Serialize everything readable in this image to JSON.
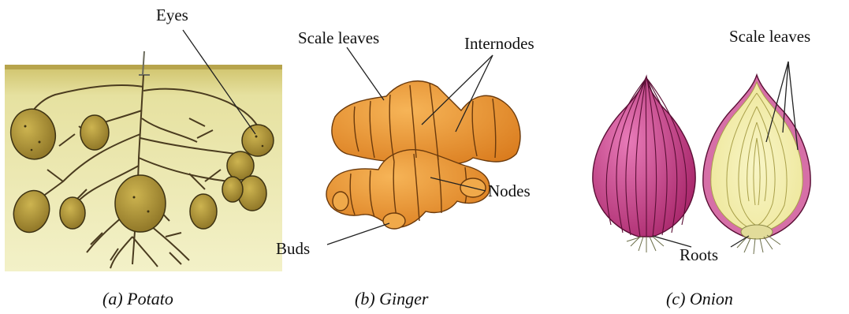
{
  "panels": {
    "potato": {
      "caption": "(a) Potato",
      "labels": {
        "eyes": "Eyes"
      }
    },
    "ginger": {
      "caption": "(b) Ginger",
      "labels": {
        "scale_leaves": "Scale leaves",
        "internodes": "Internodes",
        "nodes": "Nodes",
        "buds": "Buds"
      }
    },
    "onion": {
      "caption": "(c) Onion",
      "labels": {
        "scale_leaves": "Scale leaves",
        "roots": "Roots"
      }
    }
  },
  "colors": {
    "soil": "#ddd98f",
    "tuber": "#b39a3a",
    "ginger": "#e8952e",
    "onion_outer": "#c0307a",
    "onion_inner": "#f2eda6"
  }
}
